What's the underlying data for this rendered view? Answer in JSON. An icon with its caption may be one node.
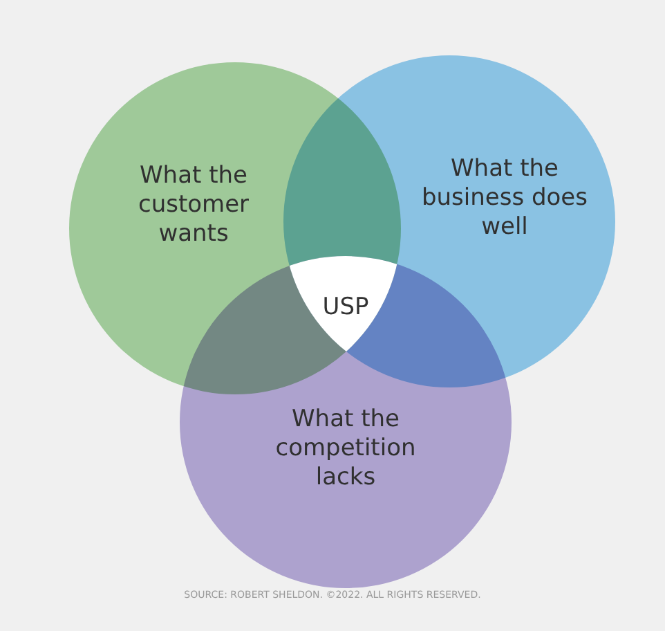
{
  "diagram": {
    "caption": "SOURCE: ROBERT SHELDON. ©2022. ALL RIGHTS RESERVED.",
    "nodes": [
      {
        "text": [
          "What the customer wants"
        ]
      },
      {
        "text": [
          "What the business does well"
        ]
      },
      {
        "text": [
          "What the competition lacks"
        ]
      },
      {
        "text": [
          "USP"
        ]
      }
    ],
    "edges": []
  }
}
